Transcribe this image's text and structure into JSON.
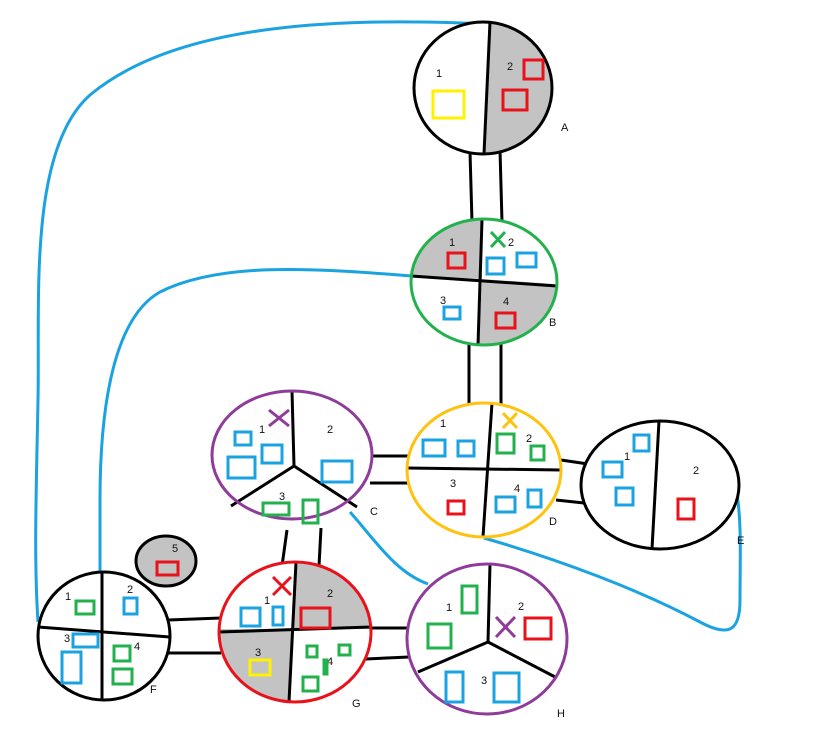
{
  "colors": {
    "black": "#000000",
    "gray": "#c3c3c3",
    "blue": "#1aa3e0",
    "red": "#e8121b",
    "green": "#22b14c",
    "yellow": "#fff200",
    "purple": "#8e3b9a",
    "orange": "#ffc20e",
    "white": "#ffffff"
  },
  "nodes": {
    "A": {
      "label": "A",
      "rim": "black",
      "sections": [
        "1",
        "2"
      ]
    },
    "B": {
      "label": "B",
      "rim": "green",
      "sections": [
        "1",
        "2",
        "3",
        "4"
      ]
    },
    "C": {
      "label": "C",
      "rim": "purple",
      "sections": [
        "1",
        "2",
        "3"
      ]
    },
    "D": {
      "label": "D",
      "rim": "orange",
      "sections": [
        "1",
        "2",
        "3",
        "4"
      ]
    },
    "E": {
      "label": "E",
      "rim": "black",
      "sections": [
        "1",
        "2"
      ]
    },
    "F": {
      "label": "F",
      "rim": "black",
      "sections": [
        "1",
        "2",
        "3",
        "4"
      ]
    },
    "P5": {
      "label": "5",
      "rim": "black",
      "sections": []
    },
    "G": {
      "label": "G",
      "rim": "red",
      "sections": [
        "1",
        "2",
        "3",
        "4"
      ]
    },
    "H": {
      "label": "H",
      "rim": "purple",
      "sections": [
        "1",
        "2",
        "3"
      ]
    }
  },
  "edges": [
    {
      "from": "A",
      "to": "B",
      "kind": "double"
    },
    {
      "from": "B",
      "to": "D",
      "kind": "double"
    },
    {
      "from": "C",
      "to": "D",
      "kind": "double"
    },
    {
      "from": "D",
      "to": "E",
      "kind": "double"
    },
    {
      "from": "C",
      "to": "G",
      "kind": "double"
    },
    {
      "from": "F",
      "to": "G",
      "kind": "double"
    },
    {
      "from": "G",
      "to": "H",
      "kind": "double"
    },
    {
      "from": "A",
      "to": "F",
      "kind": "curve"
    },
    {
      "from": "B",
      "to": "F",
      "kind": "curve"
    },
    {
      "from": "C",
      "to": "H",
      "kind": "curve"
    },
    {
      "from": "D",
      "to": "E",
      "kind": "curve"
    }
  ],
  "markers": {
    "B2": "green",
    "C1": "purple",
    "D2": "orange",
    "G1": "red",
    "H2": "purple"
  }
}
